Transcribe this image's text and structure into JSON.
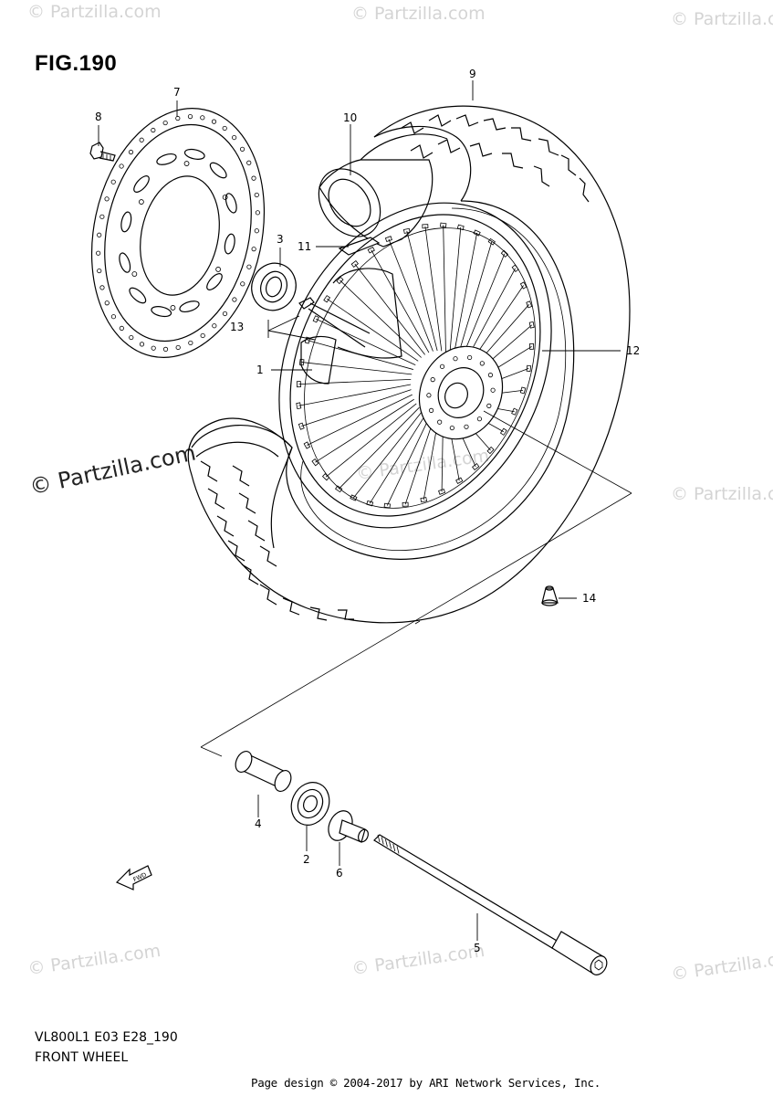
{
  "figure": {
    "title": "FIG.190",
    "model_code": "VL800L1 E03 E28_190",
    "caption": "FRONT WHEEL"
  },
  "watermarks": {
    "text": "© Partzilla.com",
    "side_text": "© Partzilla.com"
  },
  "callouts": [
    {
      "id": "1",
      "label": "1"
    },
    {
      "id": "2",
      "label": "2"
    },
    {
      "id": "3",
      "label": "3"
    },
    {
      "id": "4",
      "label": "4"
    },
    {
      "id": "5",
      "label": "5"
    },
    {
      "id": "6",
      "label": "6"
    },
    {
      "id": "7",
      "label": "7"
    },
    {
      "id": "8",
      "label": "8"
    },
    {
      "id": "9",
      "label": "9"
    },
    {
      "id": "10",
      "label": "10"
    },
    {
      "id": "11",
      "label": "11"
    },
    {
      "id": "12",
      "label": "12"
    },
    {
      "id": "13",
      "label": "13"
    },
    {
      "id": "14",
      "label": "14"
    }
  ],
  "fwd_arrow": {
    "label": "FWD"
  },
  "footer": {
    "page_design": "Page design © 2004-2017 by ARI Network Services, Inc."
  }
}
